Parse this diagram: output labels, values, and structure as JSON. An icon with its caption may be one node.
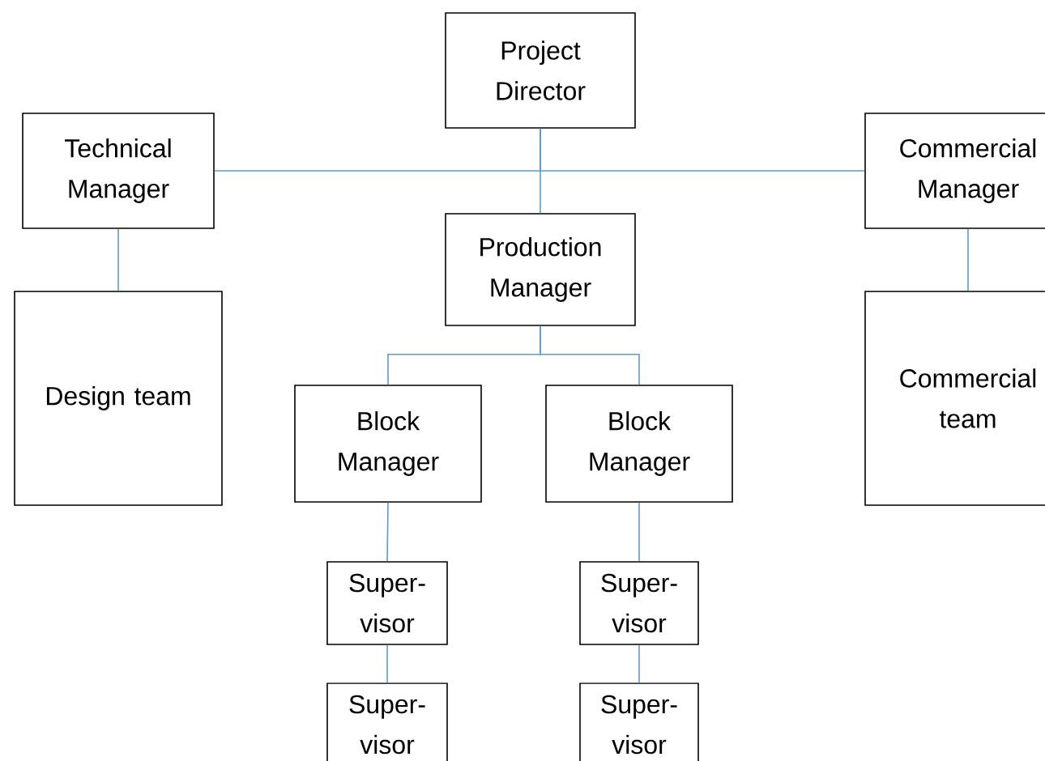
{
  "diagram": {
    "nodes": [
      {
        "text": [
          "Project Director"
        ]
      },
      {
        "text": [
          "Technical Manager"
        ]
      },
      {
        "text": [
          "Commercial Manager"
        ]
      },
      {
        "text": [
          "Production Manager"
        ]
      },
      {
        "text": [
          "Design team"
        ]
      },
      {
        "text": [
          "Commercial team"
        ]
      },
      {
        "text": [
          "Block Manager"
        ]
      },
      {
        "text": [
          "Block Manager"
        ]
      },
      {
        "text": [
          "Super- visor"
        ]
      },
      {
        "text": [
          "Super- visor"
        ]
      },
      {
        "text": [
          "Super- visor"
        ]
      },
      {
        "text": [
          "Super- visor"
        ]
      }
    ],
    "edges": [
      {
        "from": 0,
        "to": 1,
        "arrow": "none"
      },
      {
        "from": 0,
        "to": 2,
        "arrow": "none"
      },
      {
        "from": 0,
        "to": 3,
        "arrow": "none"
      },
      {
        "from": 1,
        "to": 4,
        "arrow": "none"
      },
      {
        "from": 2,
        "to": 5,
        "arrow": "none"
      },
      {
        "from": 3,
        "to": 6,
        "arrow": "none"
      },
      {
        "from": 3,
        "to": 7,
        "arrow": "none"
      },
      {
        "from": 6,
        "to": 8,
        "arrow": "none"
      },
      {
        "from": 7,
        "to": 9,
        "arrow": "none"
      },
      {
        "from": 8,
        "to": 10,
        "arrow": "none"
      },
      {
        "from": 9,
        "to": 11,
        "arrow": "none"
      }
    ]
  }
}
